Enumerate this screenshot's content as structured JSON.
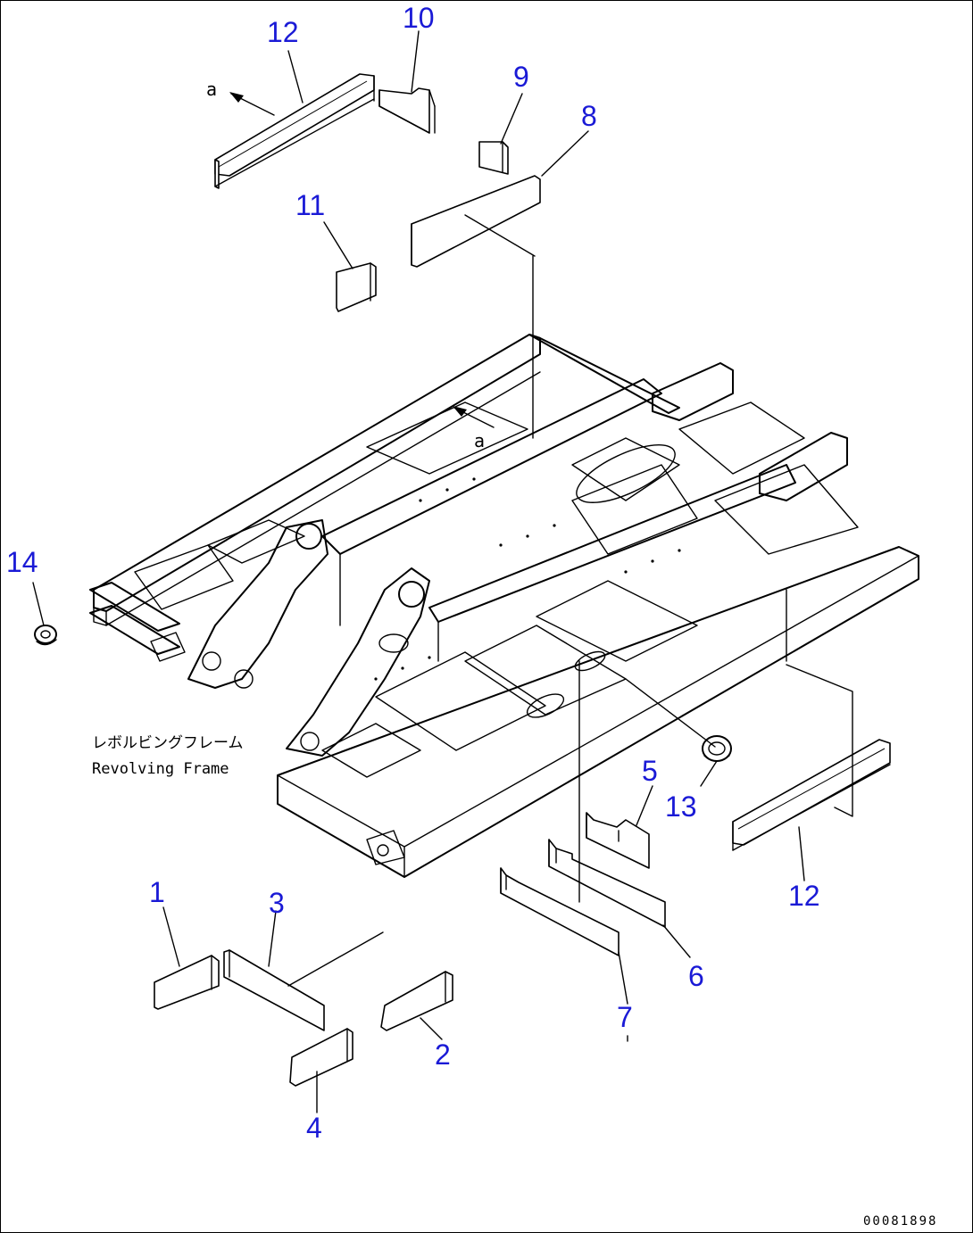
{
  "diagram": {
    "frame_label_jp": "レボルビングフレーム",
    "frame_label_en": "Revolving Frame",
    "view_marker": "a",
    "document_id": "00081898"
  },
  "callouts": [
    {
      "id": "c1",
      "label": "1"
    },
    {
      "id": "c2",
      "label": "2"
    },
    {
      "id": "c3",
      "label": "3"
    },
    {
      "id": "c4",
      "label": "4"
    },
    {
      "id": "c5",
      "label": "5"
    },
    {
      "id": "c6",
      "label": "6"
    },
    {
      "id": "c7",
      "label": "7"
    },
    {
      "id": "c8",
      "label": "8"
    },
    {
      "id": "c9",
      "label": "9"
    },
    {
      "id": "c10",
      "label": "10"
    },
    {
      "id": "c11",
      "label": "11"
    },
    {
      "id": "c12a",
      "label": "12"
    },
    {
      "id": "c12b",
      "label": "12"
    },
    {
      "id": "c13",
      "label": "13"
    },
    {
      "id": "c14",
      "label": "14"
    }
  ],
  "colors": {
    "callout": "#1a1ad6",
    "line": "#000000",
    "background": "#ffffff"
  }
}
